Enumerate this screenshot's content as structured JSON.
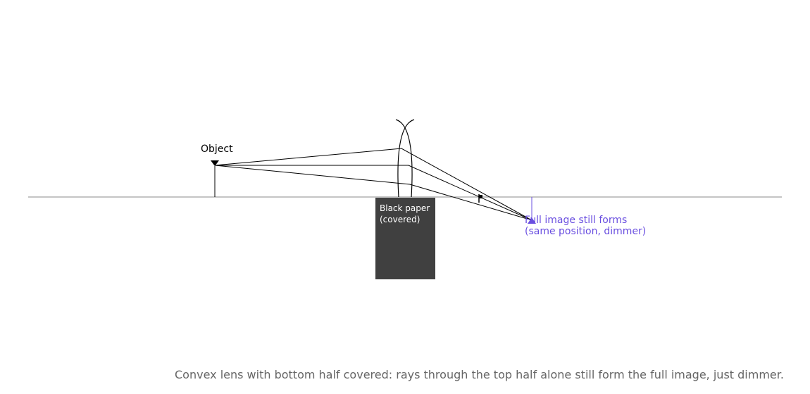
{
  "labels": {
    "object": "Object",
    "paper_line1": "Black paper",
    "paper_line2": "(covered)",
    "image_line1": "Full image still forms",
    "image_line2": "(same position, dimmer)",
    "caption": "Convex lens with bottom half covered: rays through the top half alone still form the full image, just dimmer."
  },
  "colors": {
    "axis": "#888888",
    "lens": "#000000",
    "rays": "#000000",
    "paper": "#404040",
    "paper_text": "#ffffff",
    "image": "#6a4fe0",
    "caption": "#666666"
  }
}
